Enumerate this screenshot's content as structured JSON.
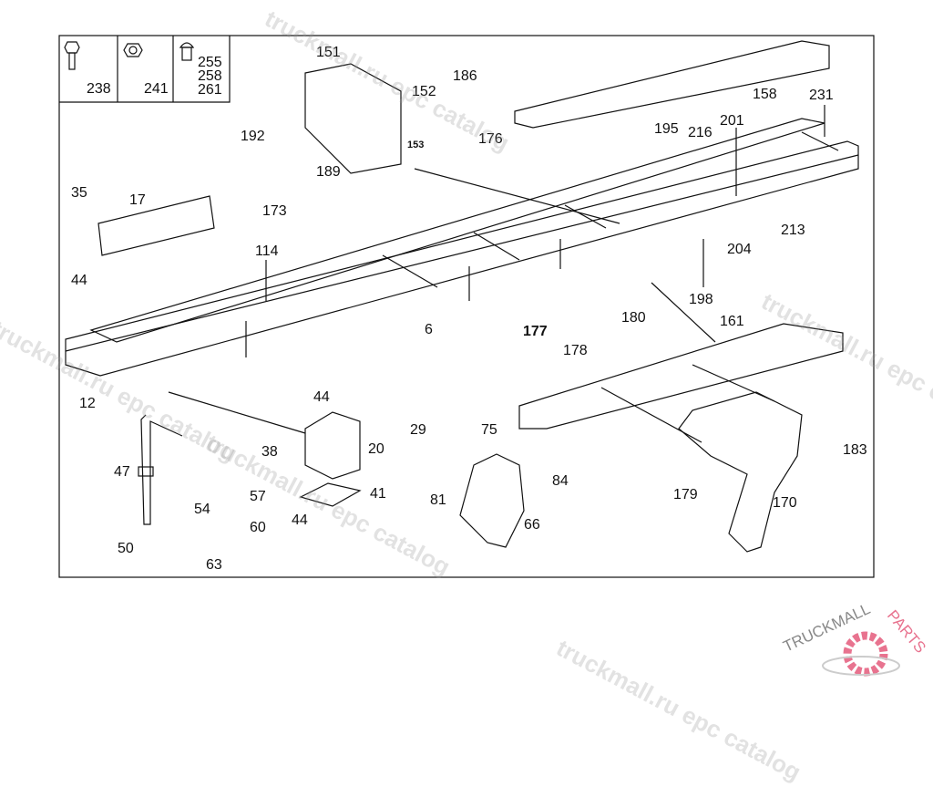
{
  "legend": [
    {
      "icon": "hex-bolt-icon",
      "numbers": [
        "238"
      ]
    },
    {
      "icon": "hex-nut-icon",
      "numbers": [
        "241"
      ]
    },
    {
      "icon": "rivet-icon",
      "numbers": [
        "255",
        "258",
        "261"
      ]
    }
  ],
  "callouts": [
    "151",
    "186",
    "152",
    "153",
    "176",
    "158",
    "231",
    "195",
    "216",
    "201",
    "192",
    "189",
    "173",
    "35",
    "17",
    "44",
    "114",
    "213",
    "204",
    "198",
    "6",
    "177",
    "178",
    "180",
    "161",
    "12",
    "44",
    "29",
    "38",
    "20",
    "75",
    "84",
    "81",
    "66",
    "41",
    "57",
    "54",
    "60",
    "44",
    "47",
    "50",
    "63",
    "179",
    "170",
    "183"
  ],
  "watermark": "truckmall.ru epc catalog",
  "logo": {
    "text_a": "TRUCKMALL",
    "text_b": "PARTS",
    "color_a": "#888888",
    "color_b": "#e8738f"
  },
  "colors": {
    "line": "#111111",
    "background": "#ffffff"
  }
}
